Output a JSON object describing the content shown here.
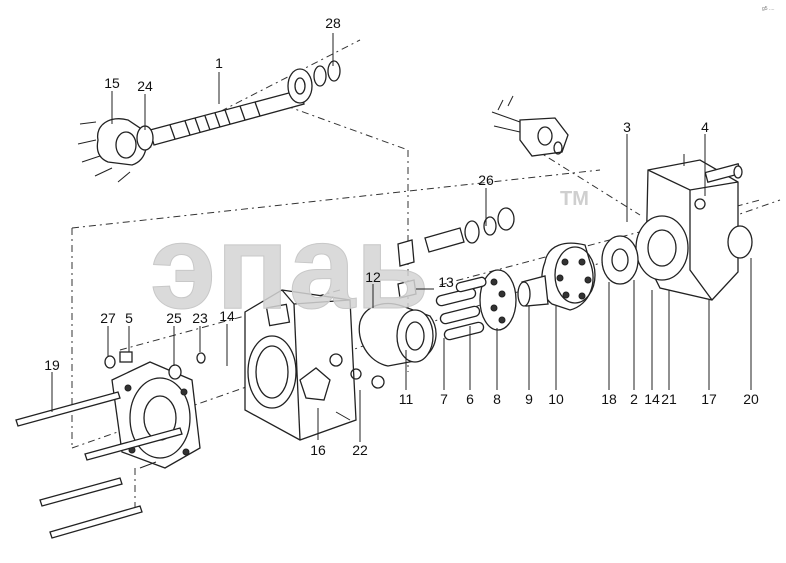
{
  "watermark": {
    "text": "эпаь",
    "mark": "TM"
  },
  "corner_code": "g5 ....",
  "callouts": [
    {
      "label": "28"
    },
    {
      "label": "1"
    },
    {
      "label": "15"
    },
    {
      "label": "24"
    },
    {
      "label": "3"
    },
    {
      "label": "4"
    },
    {
      "label": "26"
    },
    {
      "label": "12"
    },
    {
      "label": "13"
    },
    {
      "label": "27"
    },
    {
      "label": "5"
    },
    {
      "label": "25"
    },
    {
      "label": "23"
    },
    {
      "label": "14"
    },
    {
      "label": "19"
    },
    {
      "label": "11"
    },
    {
      "label": "7"
    },
    {
      "label": "6"
    },
    {
      "label": "8"
    },
    {
      "label": "9"
    },
    {
      "label": "10"
    },
    {
      "label": "18"
    },
    {
      "label": "2"
    },
    {
      "label": "14"
    },
    {
      "label": "21"
    },
    {
      "label": "17"
    },
    {
      "label": "20"
    },
    {
      "label": "16"
    },
    {
      "label": "22"
    }
  ]
}
